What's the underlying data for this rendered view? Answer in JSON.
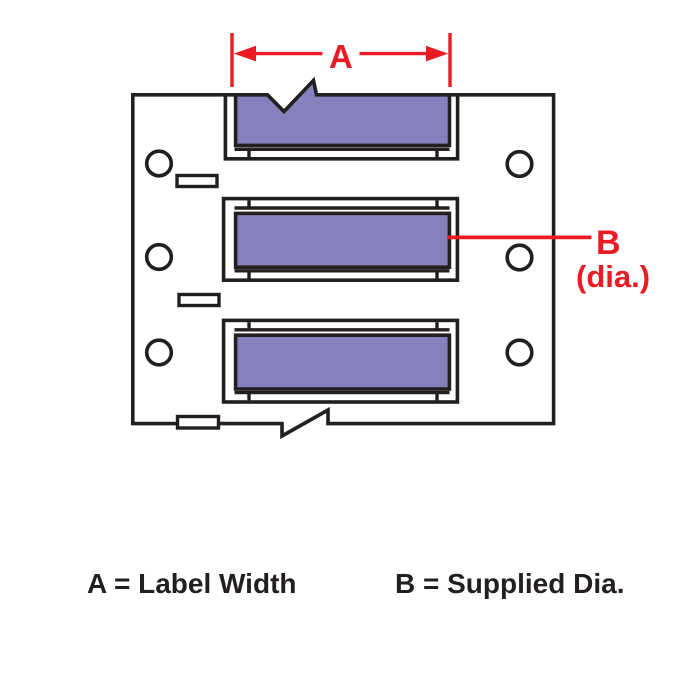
{
  "annotations": {
    "dimension_a": "A",
    "dimension_b": "B",
    "dimension_b_qualifier": "(dia.)"
  },
  "legend": {
    "a_definition": "A = Label Width",
    "b_definition": "B = Supplied Dia."
  },
  "colors": {
    "annotation_red": "#EC1B23",
    "label_purple": "#8780BE",
    "line_black": "#231F20",
    "background": "#FFFFFF"
  }
}
